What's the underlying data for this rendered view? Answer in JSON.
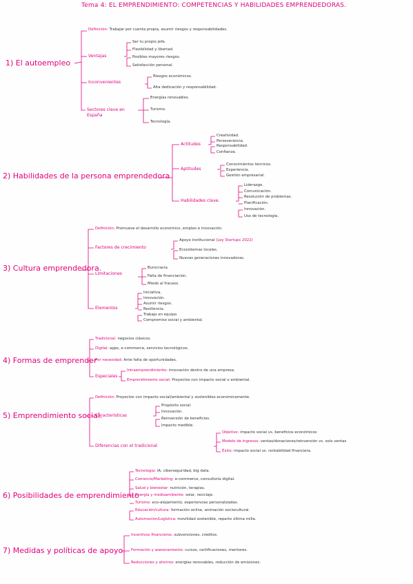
{
  "title": "Tema 4: EL EMPRENDIMIENTO: COMPETENCIAS Y HABILIDADES EMPRENDEDORAS.",
  "sections": {
    "s1": {
      "heading": "1) El autoempleo",
      "definicion": {
        "label": "Definición:",
        "text": "Trabajar por cuenta propia, asumir riesgos y responsabilidades."
      },
      "ventajas": {
        "label": "Ventajas",
        "items": [
          "Ser tu propio jefe.",
          "Flexibilidad y libertad.",
          "Posibles mayores riesgos.",
          "Satisfacción personal."
        ]
      },
      "inconvenientes": {
        "label": "Inconvenientes",
        "items": [
          "Riesgos económicos.",
          "Alta dedicación y responsabilidad."
        ]
      },
      "sectores": {
        "label": "Sectores clave en España",
        "items": [
          "Energías renovables.",
          "Turismo.",
          "Tecnología."
        ]
      }
    },
    "s2": {
      "heading": "2) Habilidades de la persona emprendedora",
      "actitudes": {
        "label": "Actitudes",
        "items": [
          "Creatividad.",
          "Perseverancia.",
          "Responsabilidad.",
          "Confianza."
        ]
      },
      "aptitudes": {
        "label": "Aptitudes",
        "items": [
          "Conocimientos técnicos.",
          "Experiencia.",
          "Gestión empresarial."
        ]
      },
      "habilidades": {
        "label": "Habilidades clave.",
        "items": [
          "Liderazgo.",
          "Comunicación.",
          "Resolución de problemas.",
          "Planificación.",
          "Innovación.",
          "Uso de tecnología."
        ]
      }
    },
    "s3": {
      "heading": "3) Cultura emprendedora.",
      "definicion": {
        "label": "Definición:",
        "text": "Promueve el desarrollo económico, empleo e innovación."
      },
      "factores": {
        "label": "Factores de crecimiento",
        "items": [
          {
            "text": "Apoyo institucional",
            "note": "(Ley Startups 2022)"
          },
          {
            "text": "Ecosistemas locales.",
            "note": ""
          },
          {
            "text": "Nuevas generaciones innovadoras.",
            "note": ""
          }
        ]
      },
      "limitaciones": {
        "label": "Limitaciones",
        "items": [
          "Burocracia.",
          "Falta de financiación.",
          "Miedo al fracaso."
        ]
      },
      "elementos": {
        "label": "Elementos",
        "items": [
          "Iniciativa.",
          "Innovación.",
          "Asumir riesgos.",
          "Resiliencia.",
          "Trabajo en equipo.",
          "Compromiso social y ambiental."
        ]
      }
    },
    "s4": {
      "heading": "4) Formas de emprender",
      "items": [
        {
          "label": "Tradicional:",
          "text": "negocios clásicos."
        },
        {
          "label": "Digital:",
          "text": "apps, e-commerce, servicios tecnológicos."
        },
        {
          "label": "Por necesidad:",
          "text": "Ante falta de oportunidades."
        }
      ],
      "especiales": {
        "label": "Especiales",
        "items": [
          {
            "label": "Intraemprendimiento:",
            "text": "innovación dentro de una empresa."
          },
          {
            "label": "Emprendimiento social:",
            "text": "Proyectos con impacto social o ambiental."
          }
        ]
      }
    },
    "s5": {
      "heading": "5) Emprendimiento social.",
      "definicion": {
        "label": "Definición:",
        "text": "Proyectos con impacto social/ambiental y sostenibles económicamente."
      },
      "caracteristicas": {
        "label": "Características",
        "items": [
          "Propósito social.",
          "Innovación.",
          "Reinversión de beneficios.",
          "Impacto medible."
        ]
      },
      "diferencias": {
        "label": "Diferencias con el tradicional",
        "items": [
          {
            "label": "Objetivo:",
            "text": "impacto social vs. beneficios económicos"
          },
          {
            "label": "Modelo de ingresos:",
            "text": "ventas/donaciones/reinversión vs. solo ventas"
          },
          {
            "label": "Éxito:",
            "text": "impacto social vs. rentabilidad financiera."
          }
        ]
      }
    },
    "s6": {
      "heading": "6) Posibilidades de emprendimiento",
      "items": [
        {
          "label": "Tecnología:",
          "text": "IA, ciberseguridad, big data."
        },
        {
          "label": "Comercio/Marketing:",
          "text": "e-commerce, consultoría digital."
        },
        {
          "label": "Salud y bienestar:",
          "text": "nutrición, terapias."
        },
        {
          "label": "Energía y medioambiente:",
          "text": "solar, reciclaje."
        },
        {
          "label": "Turismo:",
          "text": "eco-alojamiento, experiencias personalizadas."
        },
        {
          "label": "Educación/cultura:",
          "text": "formación online, animación sociocultural."
        },
        {
          "label": "Automoción/Logística:",
          "text": "movilidad sostenible, reparto última milla."
        }
      ]
    },
    "s7": {
      "heading": "7) Medidas y políticas de apoyo.",
      "items": [
        {
          "label": "Incentivos financieros:",
          "text": "subvenciones, créditos."
        },
        {
          "label": "Formación y asesoramiento:",
          "text": "cursos, certificaciones, mentores."
        },
        {
          "label": "Reducciones y ahorros:",
          "text": "energías renovables, reducción de emisiones."
        }
      ]
    }
  }
}
